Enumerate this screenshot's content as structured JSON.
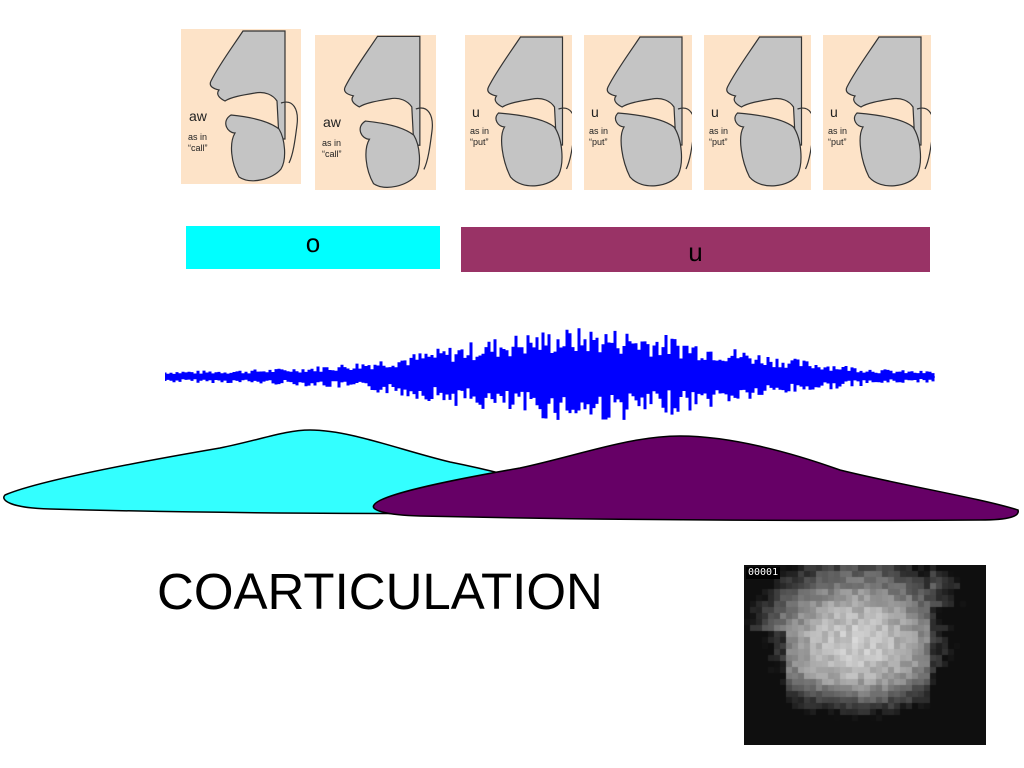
{
  "panels": [
    {
      "sound": "aw",
      "line1": "as in",
      "line2": "“call”",
      "shape": "open"
    },
    {
      "sound": "aw",
      "line1": "as in",
      "line2": "“call”",
      "shape": "open"
    },
    {
      "sound": "u",
      "line1": "as in",
      "line2": "“put”",
      "shape": "round"
    },
    {
      "sound": "u",
      "line1": "as in",
      "line2": "“put”",
      "shape": "round"
    },
    {
      "sound": "u",
      "line1": "as in",
      "line2": "“put”",
      "shape": "round"
    },
    {
      "sound": "u",
      "line1": "as in",
      "line2": "“put”",
      "shape": "round"
    }
  ],
  "segments": {
    "o": {
      "label": "o",
      "color": "#00ffff"
    },
    "u": {
      "label": "u",
      "color": "#993366"
    }
  },
  "curves": {
    "o_color": "#33ffff",
    "u_color": "#660066"
  },
  "waveform_color": "#0000ff",
  "title": "COARTICULATION",
  "video": {
    "frame_counter": "00001"
  }
}
